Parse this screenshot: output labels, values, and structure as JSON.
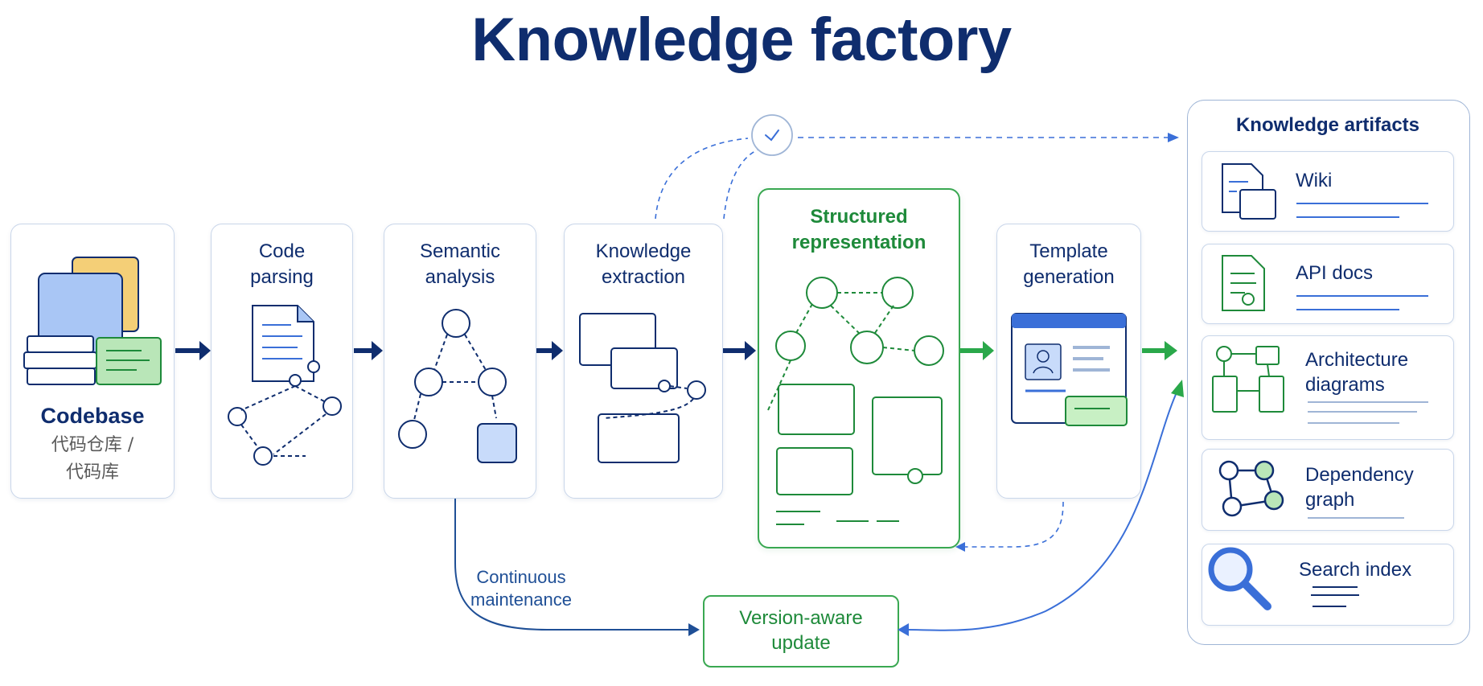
{
  "title": "Knowledge factory",
  "codebase": {
    "label": "Codebase",
    "sublabel": "代码仓库 /\n代码库"
  },
  "stages": {
    "code_parsing": "Code\nparsing",
    "semantic_analysis": "Semantic\nanalysis",
    "knowledge_extraction": "Knowledge\nextraction",
    "structured_representation": "Structured\nrepresentation",
    "template_generation": "Template\ngeneration"
  },
  "artifacts": {
    "title": "Knowledge artifacts",
    "items": [
      {
        "label": "Wiki",
        "icon": "wiki-document-icon"
      },
      {
        "label": "API docs",
        "icon": "api-doc-icon"
      },
      {
        "label": "Architecture\ndiagrams",
        "icon": "architecture-diagram-icon"
      },
      {
        "label": "Dependency\ngraph",
        "icon": "dependency-graph-icon"
      },
      {
        "label": "Search index",
        "icon": "search-icon"
      }
    ]
  },
  "version_update": "Version-aware\nupdate",
  "maintenance": "Continuous\nmaintenance",
  "colors": {
    "navy": "#0f2d6e",
    "green": "#1e8a3a",
    "blue_accent": "#3a6fd8",
    "border": "#c9d6ea"
  }
}
